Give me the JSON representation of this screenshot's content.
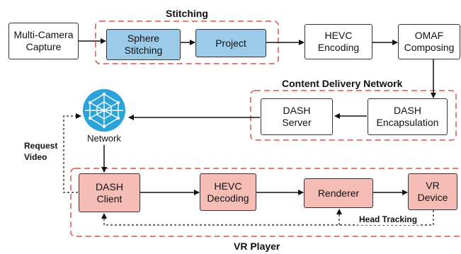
{
  "groups": {
    "stitching": "Stitching",
    "cdn": "Content Delivery Network",
    "vr_player": "VR Player"
  },
  "nodes": {
    "multi_camera_capture": "Multi-Camera\nCapture",
    "sphere_stitching": "Sphere\nStitching",
    "project": "Project",
    "hevc_encoding": "HEVC\nEncoding",
    "omaf_composing": "OMAF\nComposing",
    "dash_encapsulation": "DASH\nEncapsulation",
    "dash_server": "DASH\nServer",
    "network": "Network",
    "dash_client": "DASH\nClient",
    "hevc_decoding": "HEVC\nDecoding",
    "renderer": "Renderer",
    "vr_device": "VR\nDevice"
  },
  "labels": {
    "request_video": "Request\nVideo",
    "head_tracking": "Head Tracking"
  },
  "colors": {
    "group_border": "#d9534f",
    "blue_fill": "#9ccbe9",
    "pink_fill": "#f5bdb6",
    "network_icon": "#2aa3db"
  },
  "icons": {
    "network": "network-globe-icon"
  }
}
